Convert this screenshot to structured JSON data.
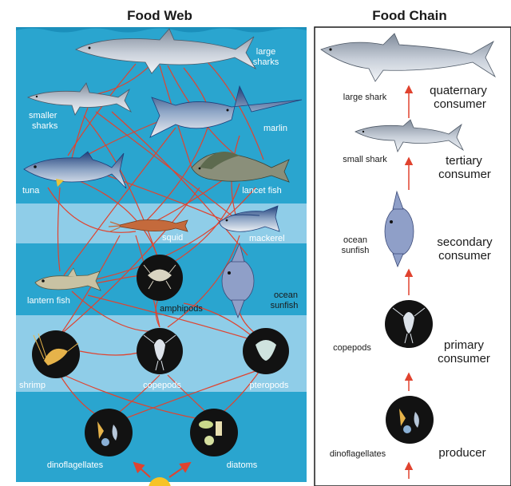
{
  "food_web": {
    "title": "Food Web",
    "organisms": {
      "large_sharks": "large sharks",
      "smaller_sharks": "smaller sharks",
      "marlin": "marlin",
      "tuna": "tuna",
      "lancet_fish": "lancet fish",
      "squid": "squid",
      "mackerel": "mackerel",
      "lantern_fish": "lantern fish",
      "amphipods": "amphipods",
      "ocean_sunfish": "ocean sunfish",
      "shrimp": "shrimp",
      "copepods": "copepods",
      "pteropods": "pteropods",
      "dinoflagellates": "dinoflagellates",
      "diatoms": "diatoms"
    }
  },
  "food_chain": {
    "title": "Food Chain",
    "levels": [
      {
        "organism": "large shark",
        "role": "quaternary consumer"
      },
      {
        "organism": "small shark",
        "role": "tertiary consumer"
      },
      {
        "organism": "ocean sunfish",
        "role": "secondary consumer"
      },
      {
        "organism": "copepods",
        "role": "primary consumer"
      },
      {
        "organism": "dinoflagellates",
        "role": "producer"
      }
    ]
  },
  "colors": {
    "ocean_dark": "#2aa5cf",
    "ocean_light": "#8fcde8",
    "arrow": "#e0432f",
    "sun": "#f7c325"
  }
}
